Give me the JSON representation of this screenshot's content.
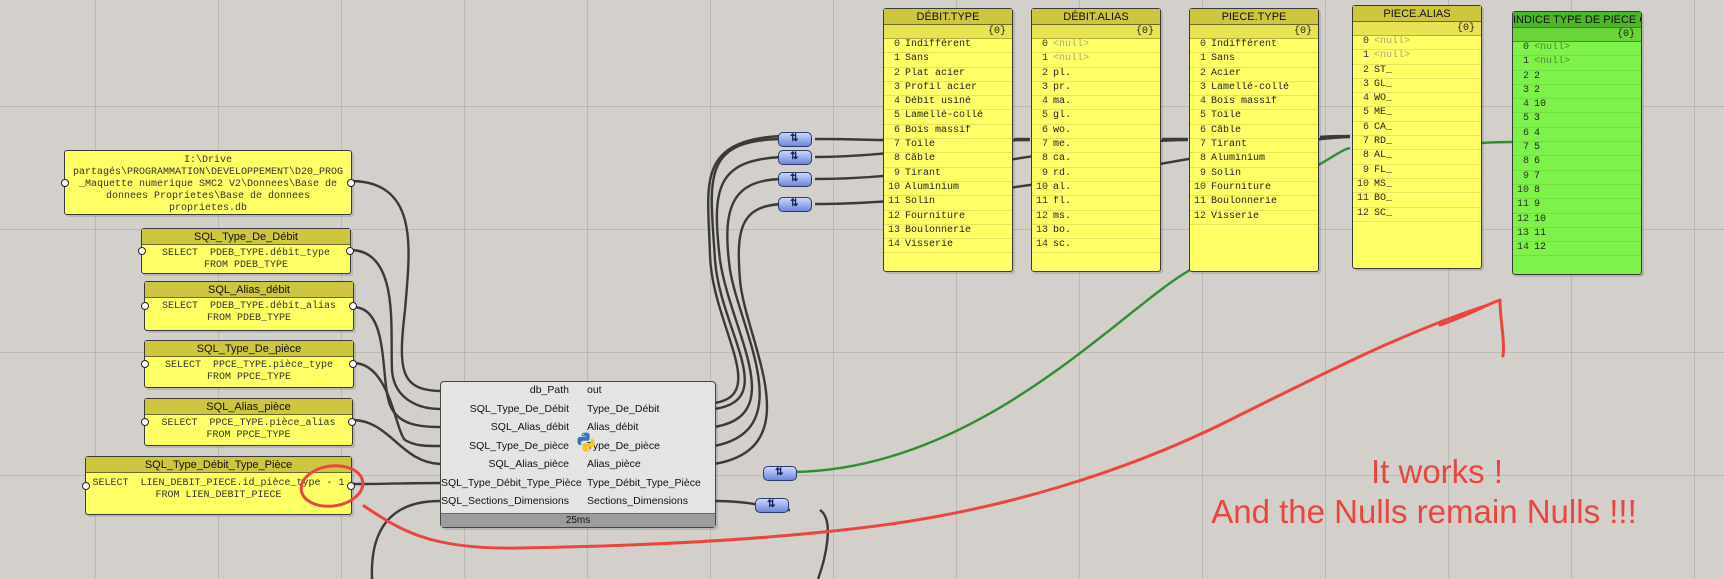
{
  "panels": {
    "path": {
      "text": "I:\\Drive\npartagés\\PROGRAMMATION\\DEVELOPPEMENT\\D20_PROG\n_Maquette numerique SMC2 V2\\Donnees\\Base de\ndonnees Proprietes\\Base de donnees\nproprietes.db"
    },
    "sql_type_debit": {
      "title": "SQL_Type_De_Débit",
      "query": "SELECT  PDEB_TYPE.débit_type\nFROM PDEB_TYPE"
    },
    "sql_alias_debit": {
      "title": "SQL_Alias_débit",
      "query": "SELECT  PDEB_TYPE.débit_alias\nFROM PDEB_TYPE"
    },
    "sql_type_piece": {
      "title": "SQL_Type_De_pièce",
      "query": "SELECT  PPCE_TYPE.pièce_type\nFROM PPCE_TYPE"
    },
    "sql_alias_piece": {
      "title": "SQL_Alias_pièce",
      "query": "SELECT  PPCE_TYPE.pièce_alias\nFROM PPCE_TYPE"
    },
    "sql_type_debit_type_piece": {
      "title": "SQL_Type_Débit_Type_Pièce",
      "query": "SELECT  LIEN_DEBIT_PIECE.id_pièce_type - 1\nFROM LIEN_DEBIT_PIECE"
    }
  },
  "component": {
    "inputs": [
      "db_Path",
      "SQL_Type_De_Débit",
      "SQL_Alias_débit",
      "SQL_Type_De_pièce",
      "SQL_Alias_pièce",
      "SQL_Type_Débit_Type_Pièce",
      "SQL_Sections_Dimensions"
    ],
    "outputs": [
      "out",
      "Type_De_Débit",
      "Alias_débit",
      "Type_De_pièce",
      "Alias_pièce",
      "Type_Débit_Type_Pièce",
      "Sections_Dimensions"
    ],
    "runtime": "25ms",
    "icon": "python-icon"
  },
  "lists": [
    {
      "title": "DÉBIT.TYPE",
      "path": "{0}",
      "items": [
        "Indifférent",
        "Sans",
        "Plat acier",
        "Profil acier",
        "Débit usiné",
        "Lamellé-collé",
        "Bois massif",
        "Toile",
        "Câble",
        "Tirant",
        "Aluminium",
        "Solin",
        "Fourniture",
        "Boulonnerie",
        "Visserie"
      ]
    },
    {
      "title": "DÉBIT.ALIAS",
      "path": "{0}",
      "items": [
        "<null>",
        "<null>",
        "pl.",
        "pr.",
        "ma.",
        "gl.",
        "wo.",
        "me.",
        "ca.",
        "rd.",
        "al.",
        "fl.",
        "ms.",
        "bo.",
        "sc."
      ]
    },
    {
      "title": "PIECE.TYPE",
      "path": "{0}",
      "items": [
        "Indifférent",
        "Sans",
        "Acier",
        "Lamellé-collé",
        "Bois massif",
        "Toile",
        "Câble",
        "Tirant",
        "Aluminium",
        "Solin",
        "Fourniture",
        "Boulonnerie",
        "Visserie"
      ]
    },
    {
      "title": "PIECE.ALIAS",
      "path": "{0}",
      "items": [
        "<null>",
        "<null>",
        "ST_",
        "GL_",
        "WO_",
        "ME_",
        "CA_",
        "RD_",
        "AL_",
        "FL_",
        "MS_",
        "BO_",
        "SC_"
      ]
    },
    {
      "title": "INDICE TYPE DE PIECE CO...",
      "path": "{0}",
      "items": [
        "<null>",
        "<null>",
        "2",
        "2",
        "10",
        "3",
        "4",
        "5",
        "6",
        "7",
        "8",
        "9",
        "10",
        "11",
        "12"
      ]
    }
  ],
  "relay_icon": "flatten-icon",
  "relay_glyph": "⇅",
  "annotation": {
    "line1": "It works !",
    "line2": "And the Nulls remain Nulls !!!",
    "color": "#e8473f"
  }
}
